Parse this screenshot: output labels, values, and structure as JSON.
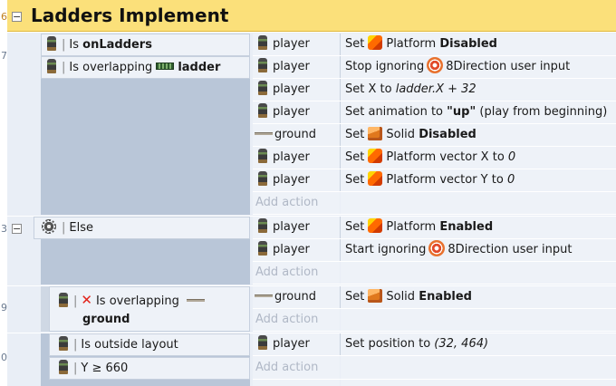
{
  "group": {
    "title": "Ladders Implement",
    "number": "6"
  },
  "gutter": {
    "n1": "7",
    "n2": "3",
    "n3": "9",
    "n4": "0"
  },
  "events": [
    {
      "conditions": [
        {
          "object": "",
          "prefix": "Is ",
          "bold": "onLadders"
        },
        {
          "object": "",
          "prefix": "Is overlapping",
          "bold": "ladder"
        }
      ],
      "actions": [
        {
          "object": "player",
          "pre": "Set",
          "mid": "Platform",
          "bold": "Disabled"
        },
        {
          "object": "player",
          "pre": "Stop ignoring",
          "mid": "8Direction user input"
        },
        {
          "object": "player",
          "pre": "Set X to",
          "ital": "ladder.X + 32"
        },
        {
          "object": "player",
          "pre": "Set animation to",
          "bold": "\"up\"",
          "post": "(play from beginning)"
        },
        {
          "object": "ground",
          "pre": "Set",
          "mid": "Solid",
          "bold": "Disabled"
        },
        {
          "object": "player",
          "pre": "Set",
          "mid": "Platform vector X to",
          "ital": "0"
        },
        {
          "object": "player",
          "pre": "Set",
          "mid": "Platform vector Y to",
          "ital": "0"
        }
      ],
      "add_action": "Add action"
    },
    {
      "conditions": [
        {
          "label": "Else"
        }
      ],
      "actions": [
        {
          "object": "player",
          "pre": "Set",
          "mid": "Platform",
          "bold": "Enabled"
        },
        {
          "object": "player",
          "pre": "Start ignoring",
          "mid": "8Direction user input"
        }
      ],
      "add_action": "Add action"
    },
    {
      "conditions": [
        {
          "prefix": "Is overlapping",
          "bold": "ground"
        }
      ],
      "actions": [
        {
          "object": "ground",
          "pre": "Set",
          "mid": "Solid",
          "bold": "Enabled"
        }
      ],
      "add_action": "Add action"
    },
    {
      "conditions": [
        {
          "label": "Is outside layout"
        },
        {
          "label": "Y ≥ 660"
        }
      ],
      "actions": [
        {
          "object": "player",
          "pre": "Set position to",
          "ital": "(32, 464)"
        }
      ],
      "add_action": "Add action"
    }
  ]
}
